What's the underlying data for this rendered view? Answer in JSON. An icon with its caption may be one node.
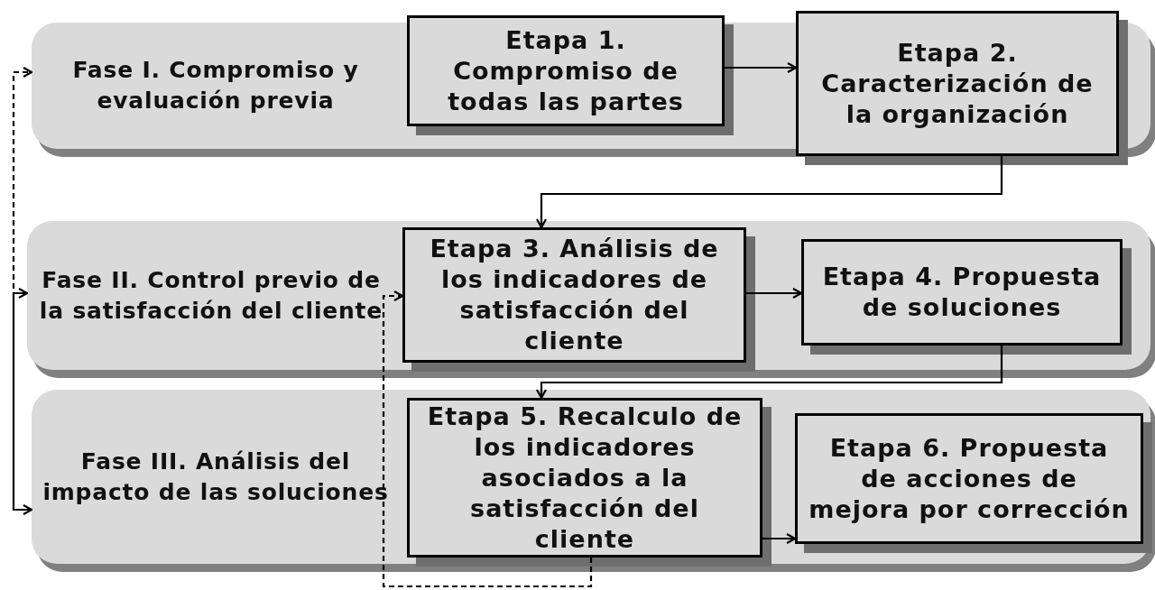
{
  "diagram": {
    "nodes": [
      {
        "text": [
          "Fase I. Compromiso y evaluación previa"
        ]
      },
      {
        "text": [
          "Fase II. Control previo de la satisfacción del cliente"
        ]
      },
      {
        "text": [
          "Fase III. Análisis del impacto de las soluciones"
        ]
      },
      {
        "text": [
          "Etapa 1. Compromiso de todas las partes"
        ],
        "in": 0
      },
      {
        "text": [
          "Etapa 2. Caracterización de la organización"
        ]
      },
      {
        "text": [
          "Etapa 3. Análisis de los indicadores de satisfacción del cliente"
        ],
        "in": 1
      },
      {
        "text": [
          "Etapa 4. Propuesta de soluciones"
        ],
        "in": 1
      },
      {
        "text": [
          "Etapa 5. Recalculo de los indicadores asociados a la satisfacción del cliente"
        ],
        "in": 2
      },
      {
        "text": [
          "Etapa 6. Propuesta de acciones de mejora por corrección"
        ],
        "in": 2
      }
    ],
    "edges": [
      {
        "from": 3,
        "to": 4,
        "arrow": "to"
      },
      {
        "from": 4,
        "to": 5,
        "arrow": "to"
      },
      {
        "from": 5,
        "to": 6,
        "arrow": "to"
      },
      {
        "from": 6,
        "to": 7,
        "arrow": "to"
      },
      {
        "from": 7,
        "to": 8,
        "arrow": "to"
      },
      {
        "from": 7,
        "to": 5,
        "arrow": "to",
        "style": "dashed"
      },
      {
        "from": 2,
        "to": 1,
        "arrow": "both"
      },
      {
        "from": 1,
        "to": 0,
        "arrow": "to",
        "style": "dashed"
      }
    ]
  }
}
